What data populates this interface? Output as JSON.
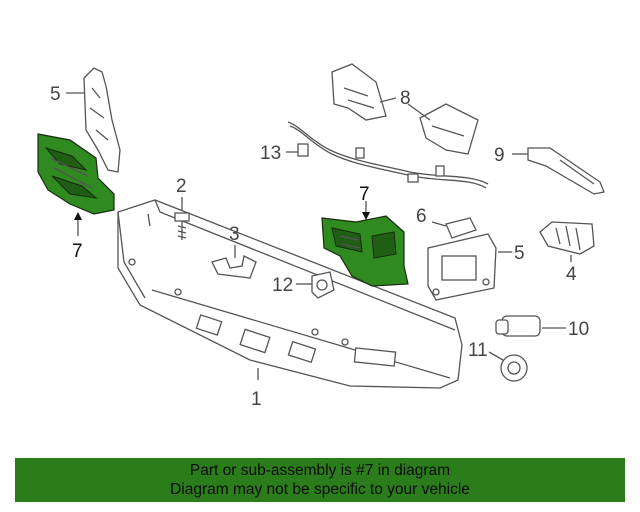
{
  "callouts": {
    "c1": "1",
    "c2": "2",
    "c3": "3",
    "c4": "4",
    "c5a": "5",
    "c5b": "5",
    "c6": "6",
    "c7a": "7",
    "c7b": "7",
    "c8": "8",
    "c9": "9",
    "c10": "10",
    "c11": "11",
    "c12": "12",
    "c13": "13"
  },
  "highlight": {
    "part_number": "7",
    "color": "#2f8a1f"
  },
  "banner": {
    "line1": "Part or sub-assembly is #7 in diagram",
    "line2": "Diagram may not be specific to your vehicle",
    "background": "#2b7c1a"
  }
}
